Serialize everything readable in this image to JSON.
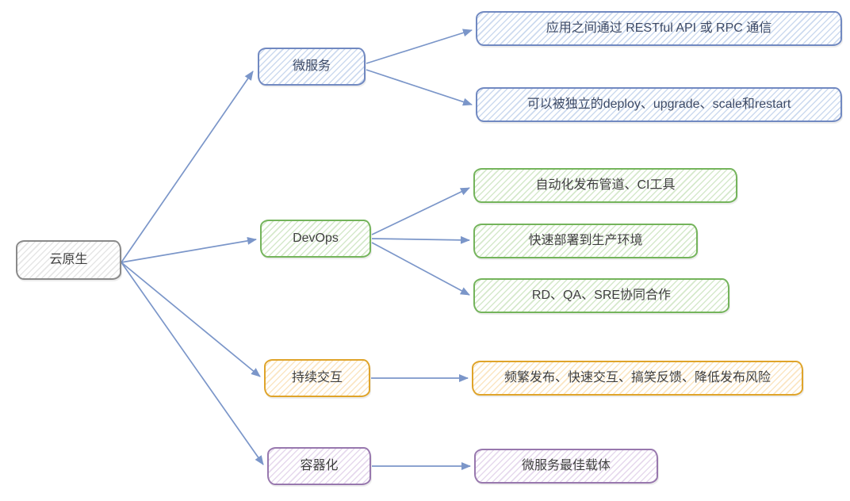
{
  "diagram_type": "mindmap",
  "root": {
    "id": "cloud-native",
    "label": "云原生",
    "theme": "gray"
  },
  "branches": [
    {
      "id": "microservices",
      "label": "微服务",
      "theme": "blue",
      "children": [
        {
          "label": "应用之间通过 RESTful API 或 RPC 通信"
        },
        {
          "label": "可以被独立的deploy、upgrade、scale和restart"
        }
      ]
    },
    {
      "id": "devops",
      "label": "DevOps",
      "theme": "green",
      "children": [
        {
          "label": "自动化发布管道、CI工具"
        },
        {
          "label": "快速部署到生产环境"
        },
        {
          "label": "RD、QA、SRE协同合作"
        }
      ]
    },
    {
      "id": "continuous-delivery",
      "label": "持续交互",
      "theme": "orange",
      "children": [
        {
          "label": "频繁发布、快速交互、搞笑反馈、降低发布风险"
        }
      ]
    },
    {
      "id": "containerization",
      "label": "容器化",
      "theme": "purple",
      "children": [
        {
          "label": "微服务最佳载体"
        }
      ]
    }
  ],
  "themes": {
    "gray": {
      "border": "#8a8a8a",
      "hatch": "#e6e6e6",
      "text": "#404040"
    },
    "blue": {
      "border": "#7189c1",
      "hatch": "#ccdaef",
      "text": "#3d4a66"
    },
    "green": {
      "border": "#74b45b",
      "hatch": "#d5e9cb",
      "text": "#3f3f3f"
    },
    "orange": {
      "border": "#dfa42a",
      "hatch": "#fbe6c3",
      "text": "#3f3f3f"
    },
    "purple": {
      "border": "#9878ae",
      "hatch": "#e6d9ed",
      "text": "#3f3f3f"
    }
  },
  "arrow_color": "#7b96c9"
}
